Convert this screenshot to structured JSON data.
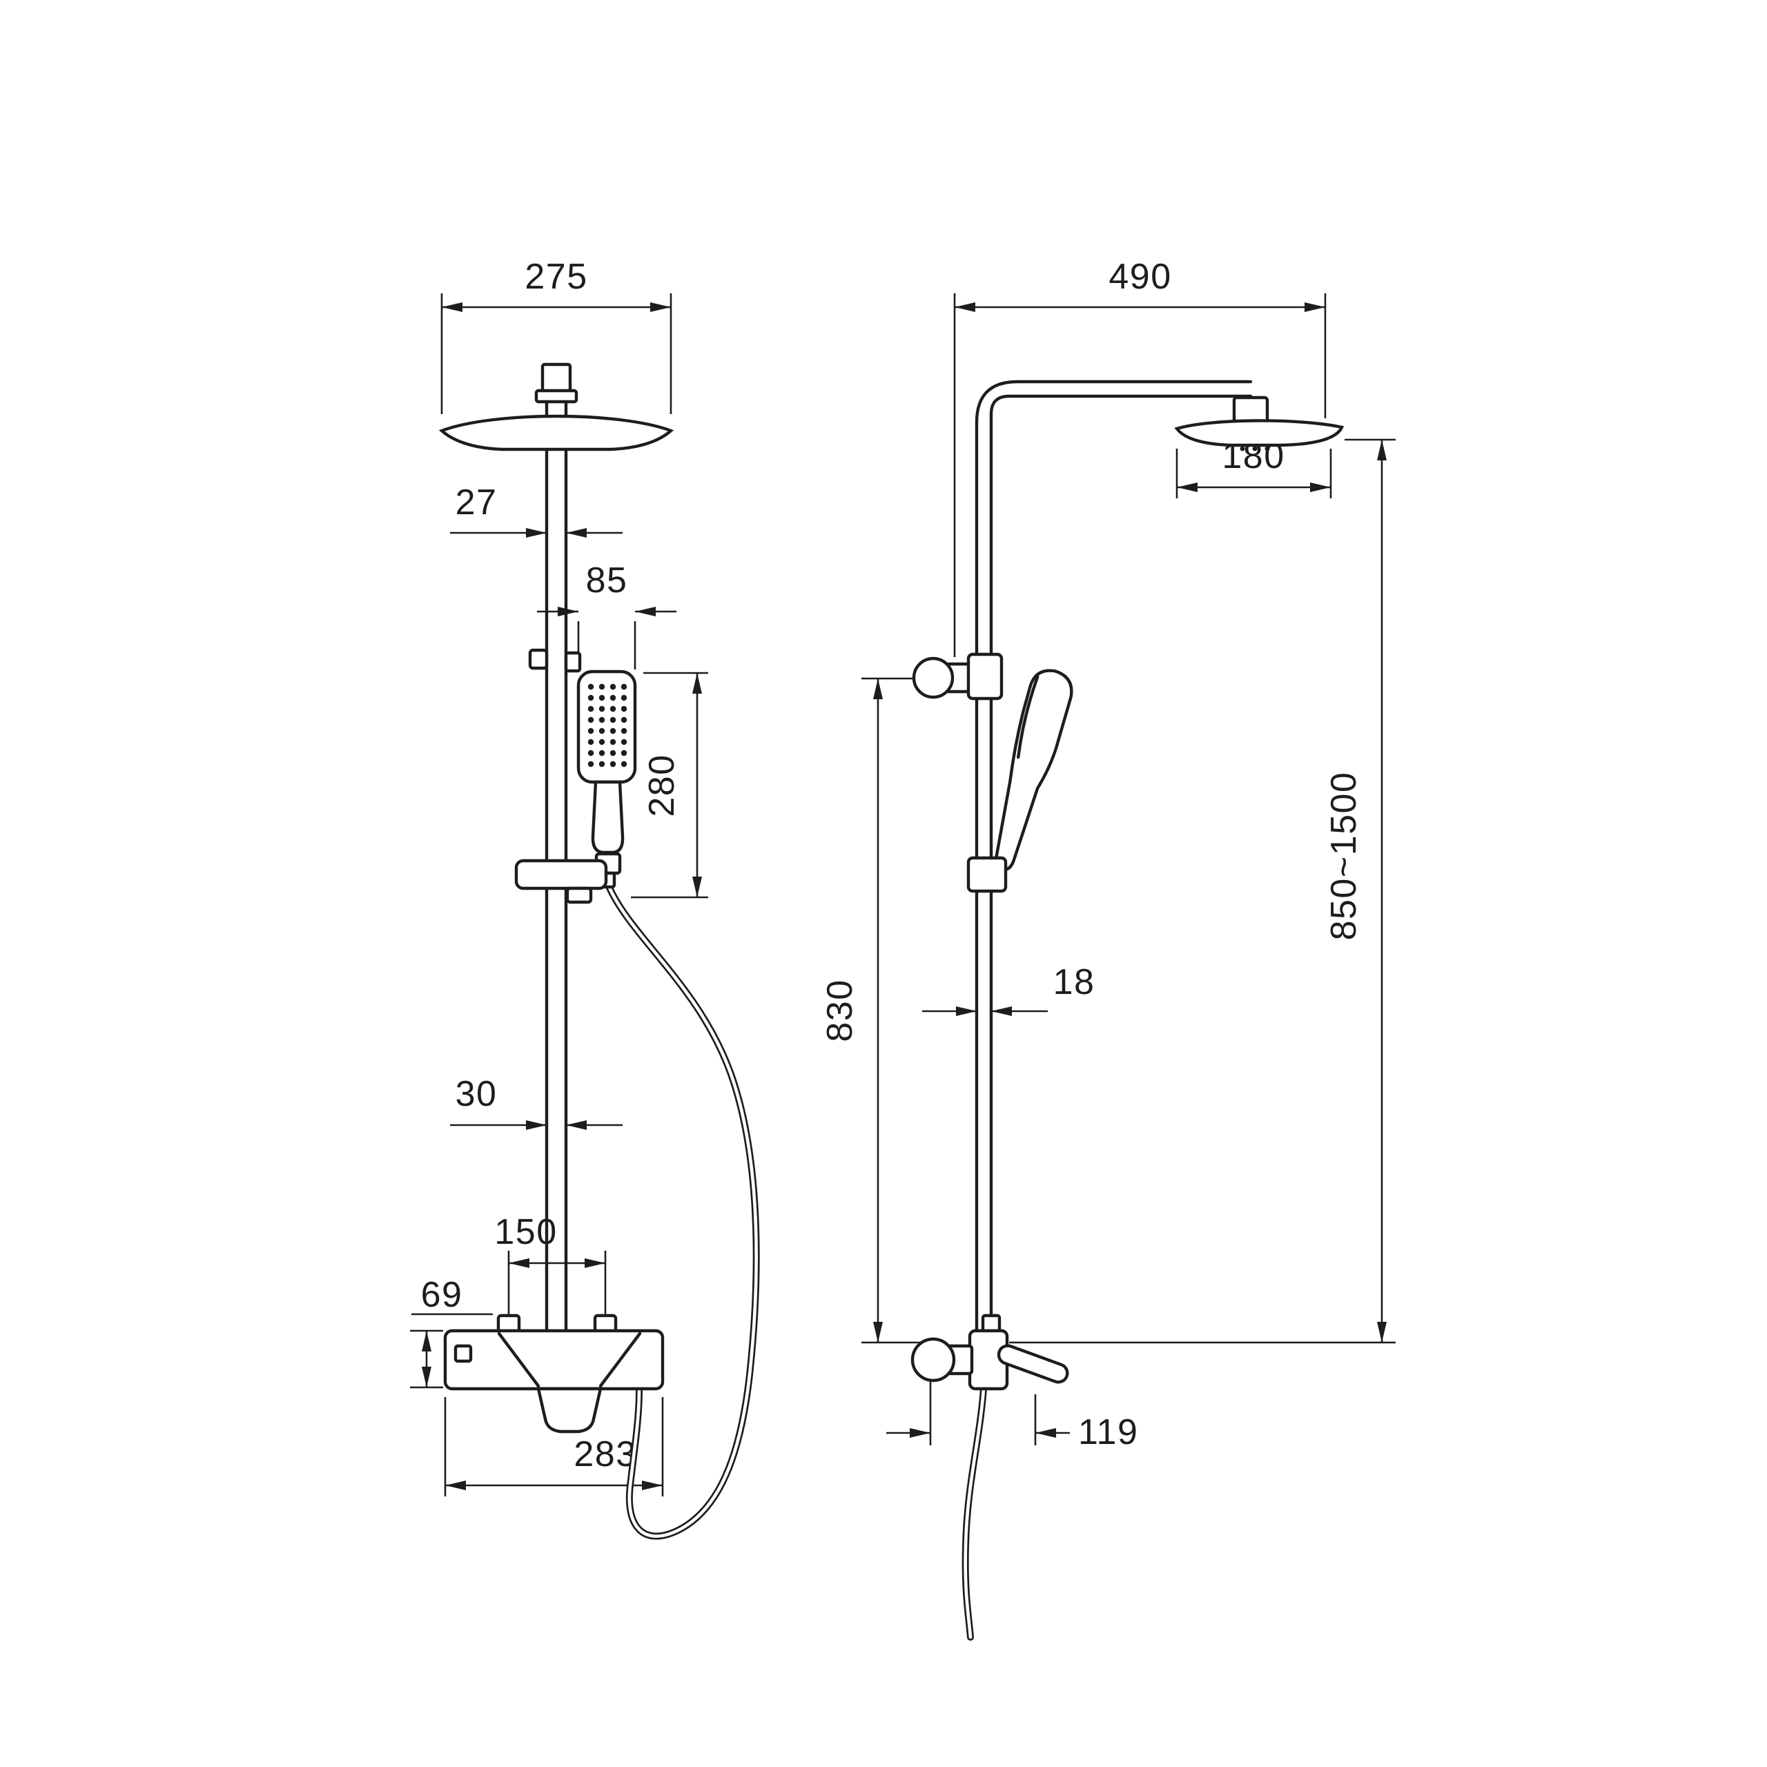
{
  "drawing": {
    "kind": "dimensioned technical drawing",
    "line_color": "#1d1d1b",
    "background_color": "#ffffff",
    "front_view": {
      "dims": {
        "head_width": "275",
        "pipe_width_upper": "27",
        "hand_shower_width": "85",
        "hand_shower_length": "280",
        "pipe_width_lower": "30",
        "inlet_spacing": "150",
        "mixer_height": "69",
        "mixer_width": "283"
      }
    },
    "side_view": {
      "dims": {
        "arm_reach": "490",
        "head_depth": "180",
        "overall_height": "850~1500",
        "rail_height": "830",
        "pipe_diameter": "18",
        "mixer_depth": "119"
      }
    }
  }
}
